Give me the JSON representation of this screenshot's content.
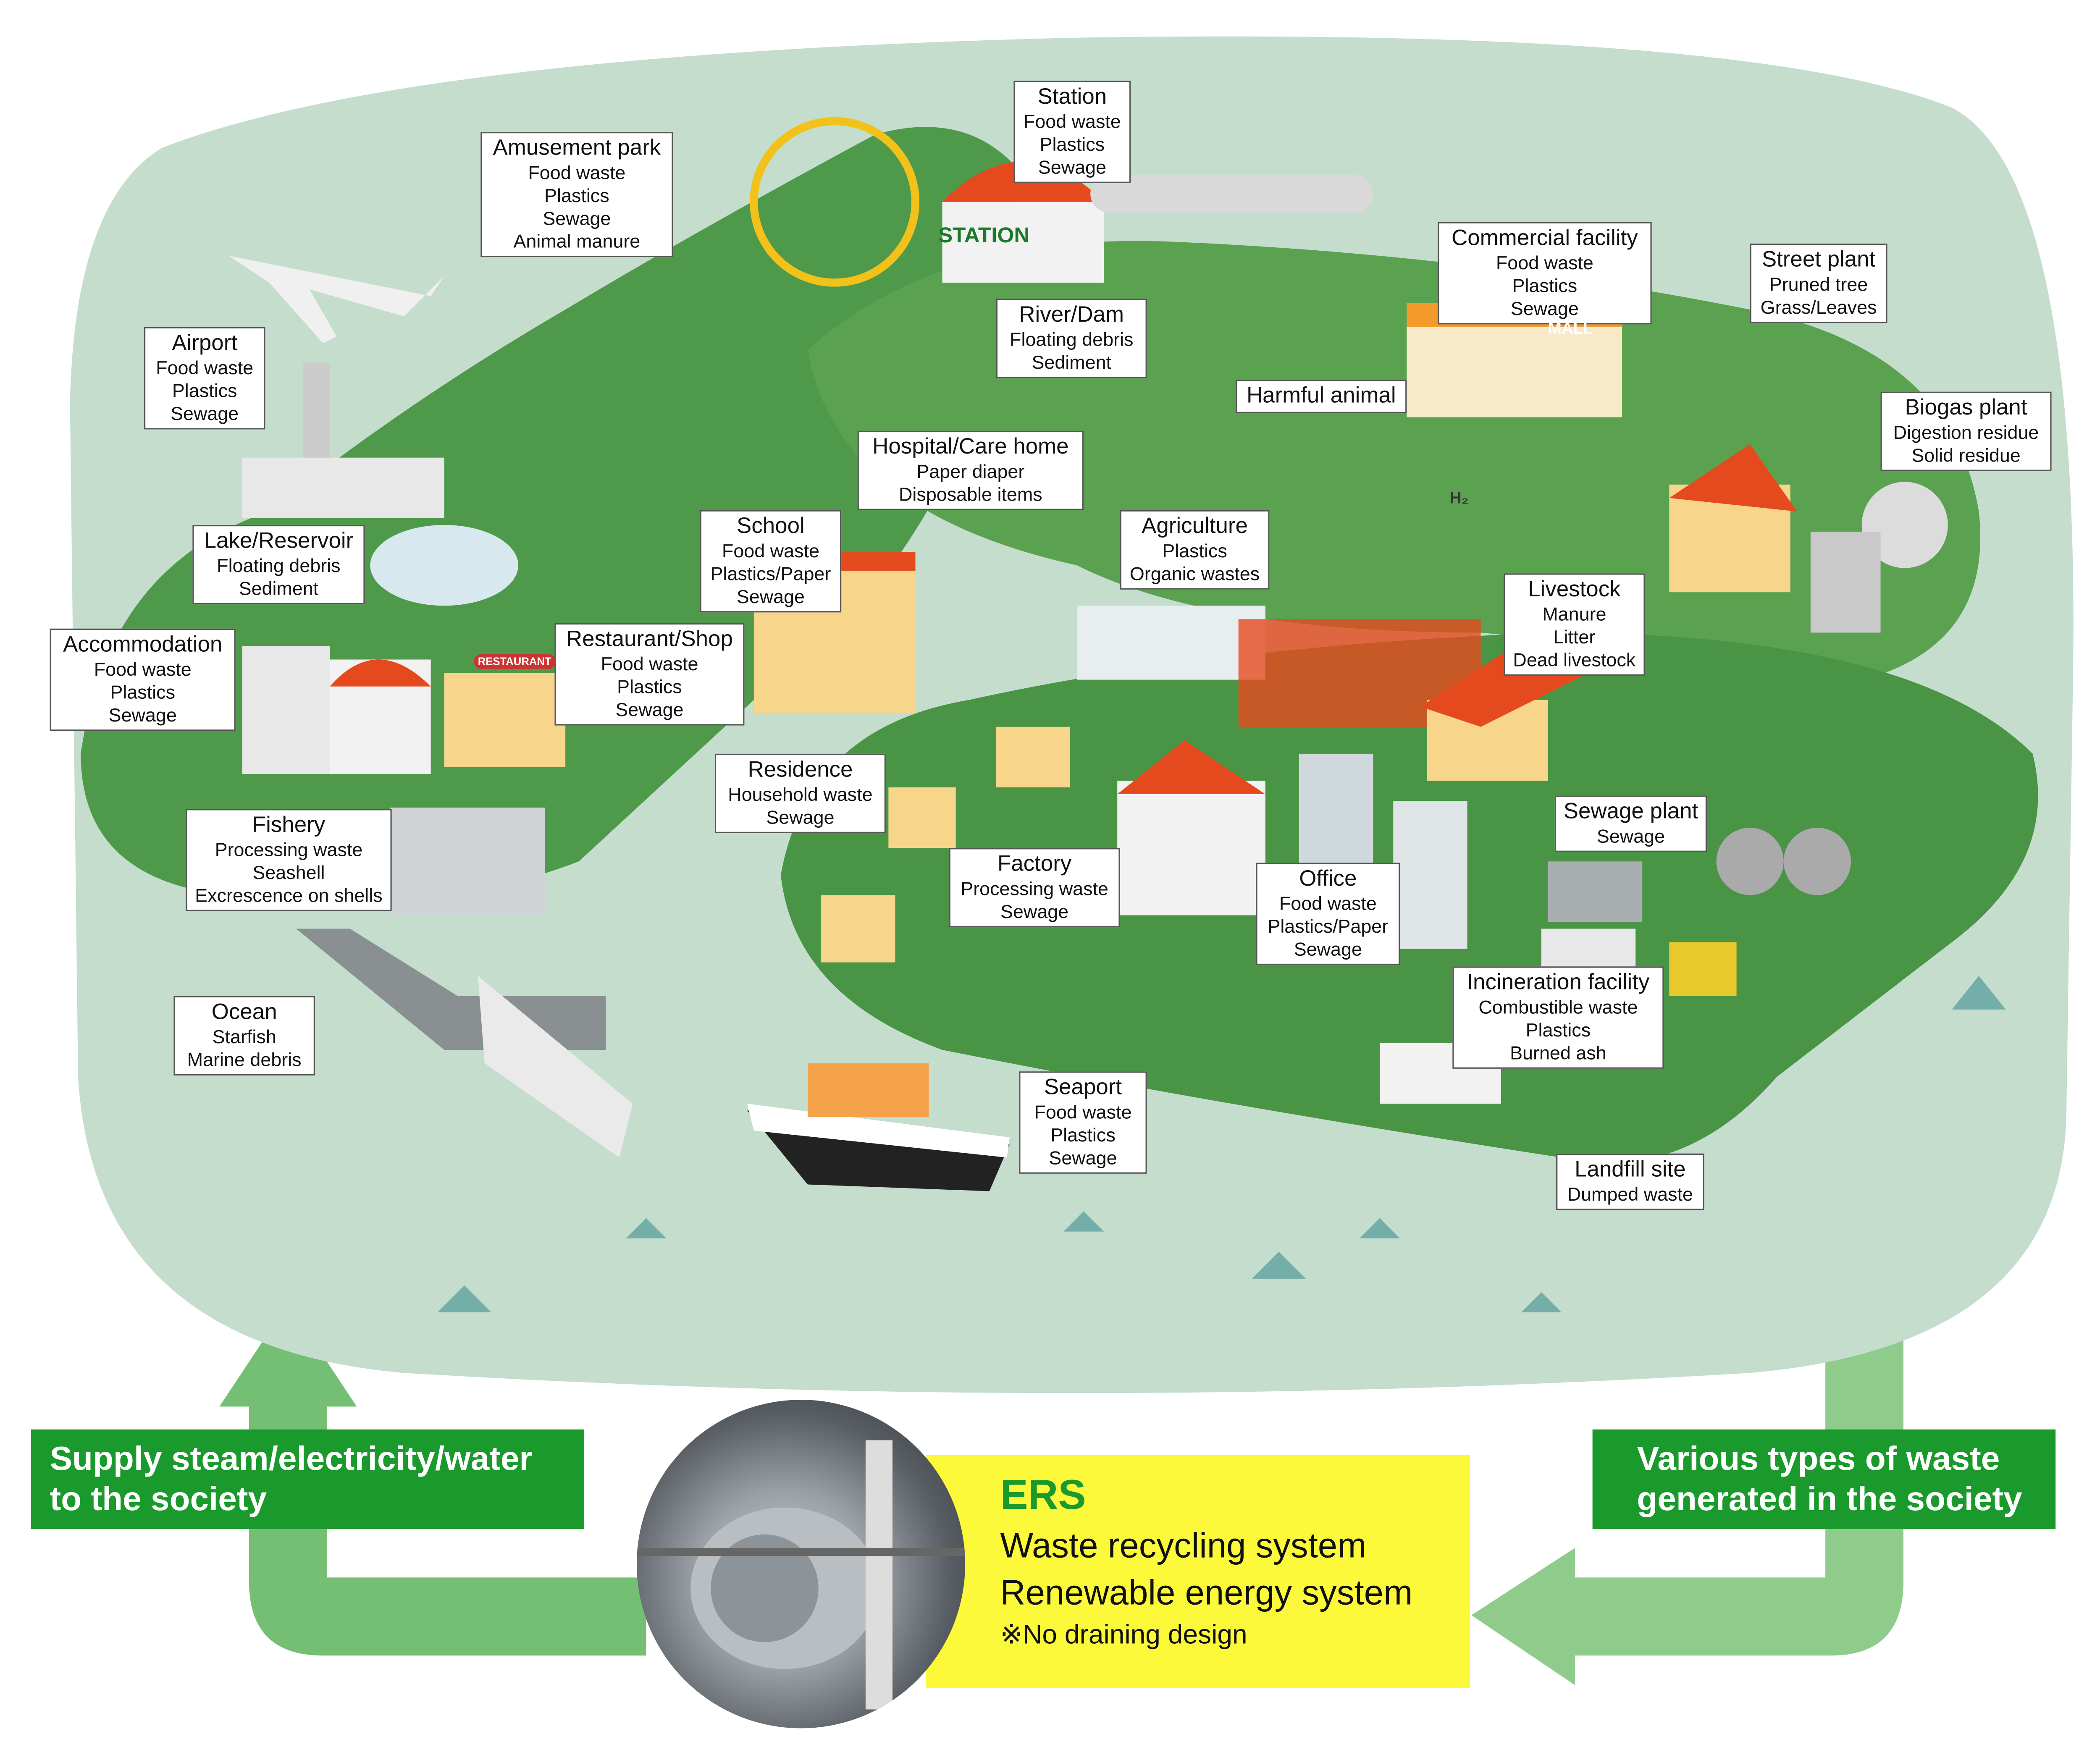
{
  "labels": [
    {
      "id": "station",
      "title": "Station",
      "lines": [
        "Food waste",
        "Plastics",
        "Sewage"
      ]
    },
    {
      "id": "amusement-park",
      "title": "Amusement park",
      "lines": [
        "Food waste",
        "Plastics",
        "Sewage",
        "Animal manure"
      ]
    },
    {
      "id": "airport",
      "title": "Airport",
      "lines": [
        "Food waste",
        "Plastics",
        "Sewage"
      ]
    },
    {
      "id": "commercial-facility",
      "title": "Commercial facility",
      "lines": [
        "Food waste",
        "Plastics",
        "Sewage"
      ]
    },
    {
      "id": "street-plant",
      "title": "Street plant",
      "lines": [
        "Pruned tree",
        "Grass/Leaves"
      ]
    },
    {
      "id": "river-dam",
      "title": "River/Dam",
      "lines": [
        "Floating debris",
        "Sediment"
      ]
    },
    {
      "id": "harmful-animal",
      "title": "Harmful animal",
      "lines": []
    },
    {
      "id": "biogas-plant",
      "title": "Biogas plant",
      "lines": [
        "Digestion residue",
        "Solid residue"
      ]
    },
    {
      "id": "hospital",
      "title": "Hospital/Care home",
      "lines": [
        "Paper diaper",
        "Disposable items"
      ]
    },
    {
      "id": "lake-reservoir",
      "title": "Lake/Reservoir",
      "lines": [
        "Floating debris",
        "Sediment"
      ]
    },
    {
      "id": "school",
      "title": "School",
      "lines": [
        "Food waste",
        "Plastics/Paper",
        "Sewage"
      ]
    },
    {
      "id": "agriculture",
      "title": "Agriculture",
      "lines": [
        "Plastics",
        "Organic wastes"
      ]
    },
    {
      "id": "livestock",
      "title": "Livestock",
      "lines": [
        "Manure",
        "Litter",
        "Dead livestock"
      ]
    },
    {
      "id": "accommodation",
      "title": "Accommodation",
      "lines": [
        "Food waste",
        "Plastics",
        "Sewage"
      ]
    },
    {
      "id": "restaurant-shop",
      "title": "Restaurant/Shop",
      "lines": [
        "Food waste",
        "Plastics",
        "Sewage"
      ]
    },
    {
      "id": "residence",
      "title": "Residence",
      "lines": [
        "Household waste",
        "Sewage"
      ]
    },
    {
      "id": "fishery",
      "title": "Fishery",
      "lines": [
        "Processing waste",
        "Seashell",
        "Excrescence on shells"
      ]
    },
    {
      "id": "sewage-plant",
      "title": "Sewage plant",
      "lines": [
        "Sewage"
      ]
    },
    {
      "id": "factory",
      "title": "Factory",
      "lines": [
        "Processing waste",
        "Sewage"
      ]
    },
    {
      "id": "office",
      "title": "Office",
      "lines": [
        "Food waste",
        "Plastics/Paper",
        "Sewage"
      ]
    },
    {
      "id": "incineration",
      "title": "Incineration facility",
      "lines": [
        "Combustible waste",
        "Plastics",
        "Burned ash"
      ]
    },
    {
      "id": "ocean",
      "title": "Ocean",
      "lines": [
        "Starfish",
        "Marine debris"
      ]
    },
    {
      "id": "seaport",
      "title": "Seaport",
      "lines": [
        "Food waste",
        "Plastics",
        "Sewage"
      ]
    },
    {
      "id": "landfill",
      "title": "Landfill site",
      "lines": [
        "Dumped waste"
      ]
    }
  ],
  "signs": {
    "station": "STATION",
    "mall": "MALL",
    "restaurant": "RESTAURANT",
    "h2": "H₂"
  },
  "left_box": {
    "line1": "Supply steam/electricity/water",
    "line2": "to the society"
  },
  "right_box": {
    "line1": "Various types of waste",
    "line2": "generated in the society"
  },
  "ers": {
    "title": "ERS",
    "line1": "Waste recycling system",
    "line2": "Renewable energy system",
    "note": "※No draining design"
  },
  "colors": {
    "sea": "#c4ddcd",
    "land": "#4f9a4a",
    "accent_green": "#1a9a2c",
    "yellow": "#fcf93a",
    "arrow": "#74bf73"
  }
}
